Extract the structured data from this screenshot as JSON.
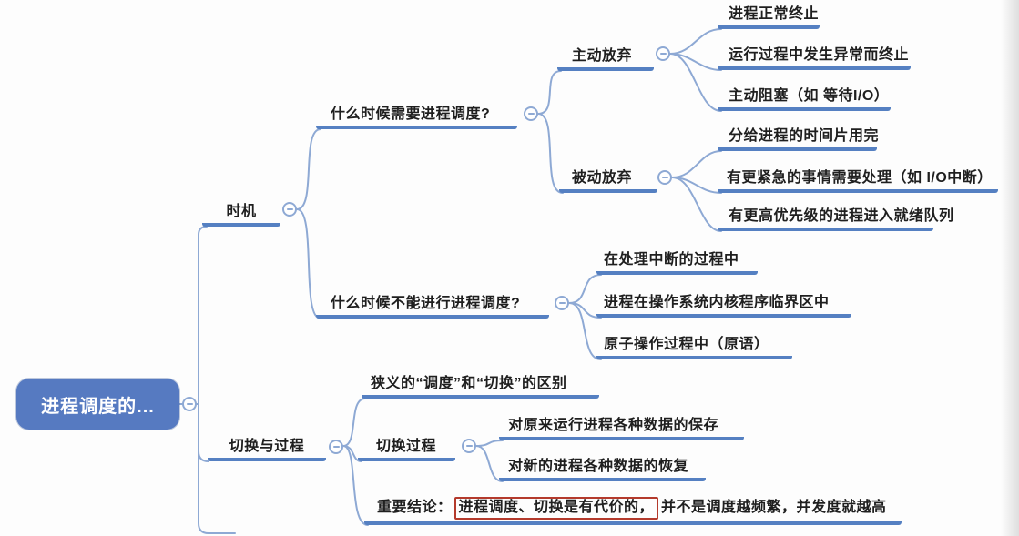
{
  "mindmap": {
    "root": "进程调度的...",
    "timing": "时机",
    "when_need": "什么时候需要进程调度?",
    "active_give_up": "主动放弃",
    "active_items": [
      "进程正常终止",
      "运行过程中发生异常而终止",
      "主动阻塞（如 等待I/O）"
    ],
    "passive_give_up": "被动放弃",
    "passive_items": [
      "分给进程的时间片用完",
      "有更紧急的事情需要处理（如 I/O中断）",
      "有更高优先级的进程进入就绪队列"
    ],
    "when_not": "什么时候不能进行进程调度?",
    "when_not_items": [
      "在处理中断的过程中",
      "进程在操作系统内核程序临界区中",
      "原子操作过程中（原语）"
    ],
    "switching_branch": "切换与过程",
    "narrow_sense": "狭义的“调度”和“切换”的区别",
    "switch_process": "切换过程",
    "switch_items": [
      "对原来运行进程各种数据的保存",
      "对新的进程各种数据的恢复"
    ],
    "conclusion": {
      "prefix": "重要结论：",
      "highlight": "进程调度、切换是有代价的，",
      "rest": "并不是调度越频繁，并发度就越高"
    }
  },
  "icons": {
    "collapse_toggle": "minus-circle"
  },
  "colors": {
    "branch_blue": "#5580c2",
    "connector_blue": "#8ea9d4",
    "root_fill": "#567ac1",
    "highlight_red": "#b43a2c",
    "text": "#1f1f1f"
  }
}
